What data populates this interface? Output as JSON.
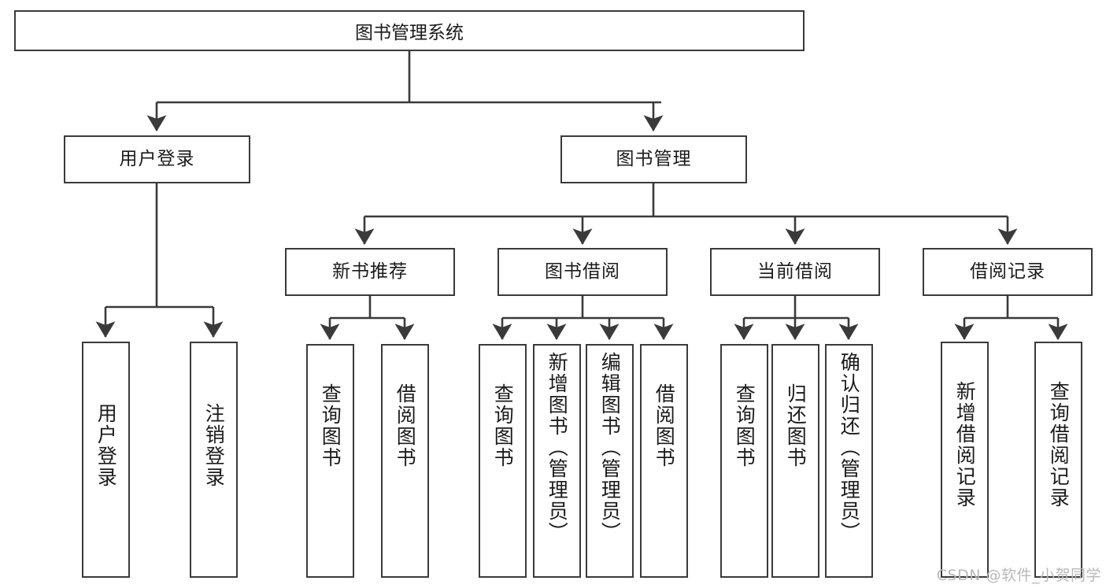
{
  "diagram": {
    "title": "图书管理系统",
    "watermark": "CSDN @软件_小贺同学",
    "colors": {
      "stroke": "#3a3a3a",
      "text": "#1b1b1b",
      "background": "#ffffff",
      "watermark": "#b9b9b9"
    },
    "root": {
      "label": "图书管理系统"
    },
    "level2": [
      {
        "label": "用户登录"
      },
      {
        "label": "图书管理"
      }
    ],
    "level3": [
      {
        "label": "新书推荐"
      },
      {
        "label": "图书借阅"
      },
      {
        "label": "当前借阅"
      },
      {
        "label": "借阅记录"
      }
    ],
    "leaves": {
      "user_login": [
        {
          "label": "用户登录"
        },
        {
          "label": "注销登录"
        }
      ],
      "new_book_recommend": [
        {
          "label": "查询图书"
        },
        {
          "label": "借阅图书"
        }
      ],
      "book_borrow": [
        {
          "label": "查询图书"
        },
        {
          "label": "新增图书（管理员）"
        },
        {
          "label": "编辑图书（管理员）"
        },
        {
          "label": "借阅图书"
        }
      ],
      "current_borrow": [
        {
          "label": "查询图书"
        },
        {
          "label": "归还图书"
        },
        {
          "label": "确认归还（管理员）"
        }
      ],
      "borrow_record": [
        {
          "label": "新增借阅记录"
        },
        {
          "label": "查询借阅记录"
        }
      ]
    }
  }
}
